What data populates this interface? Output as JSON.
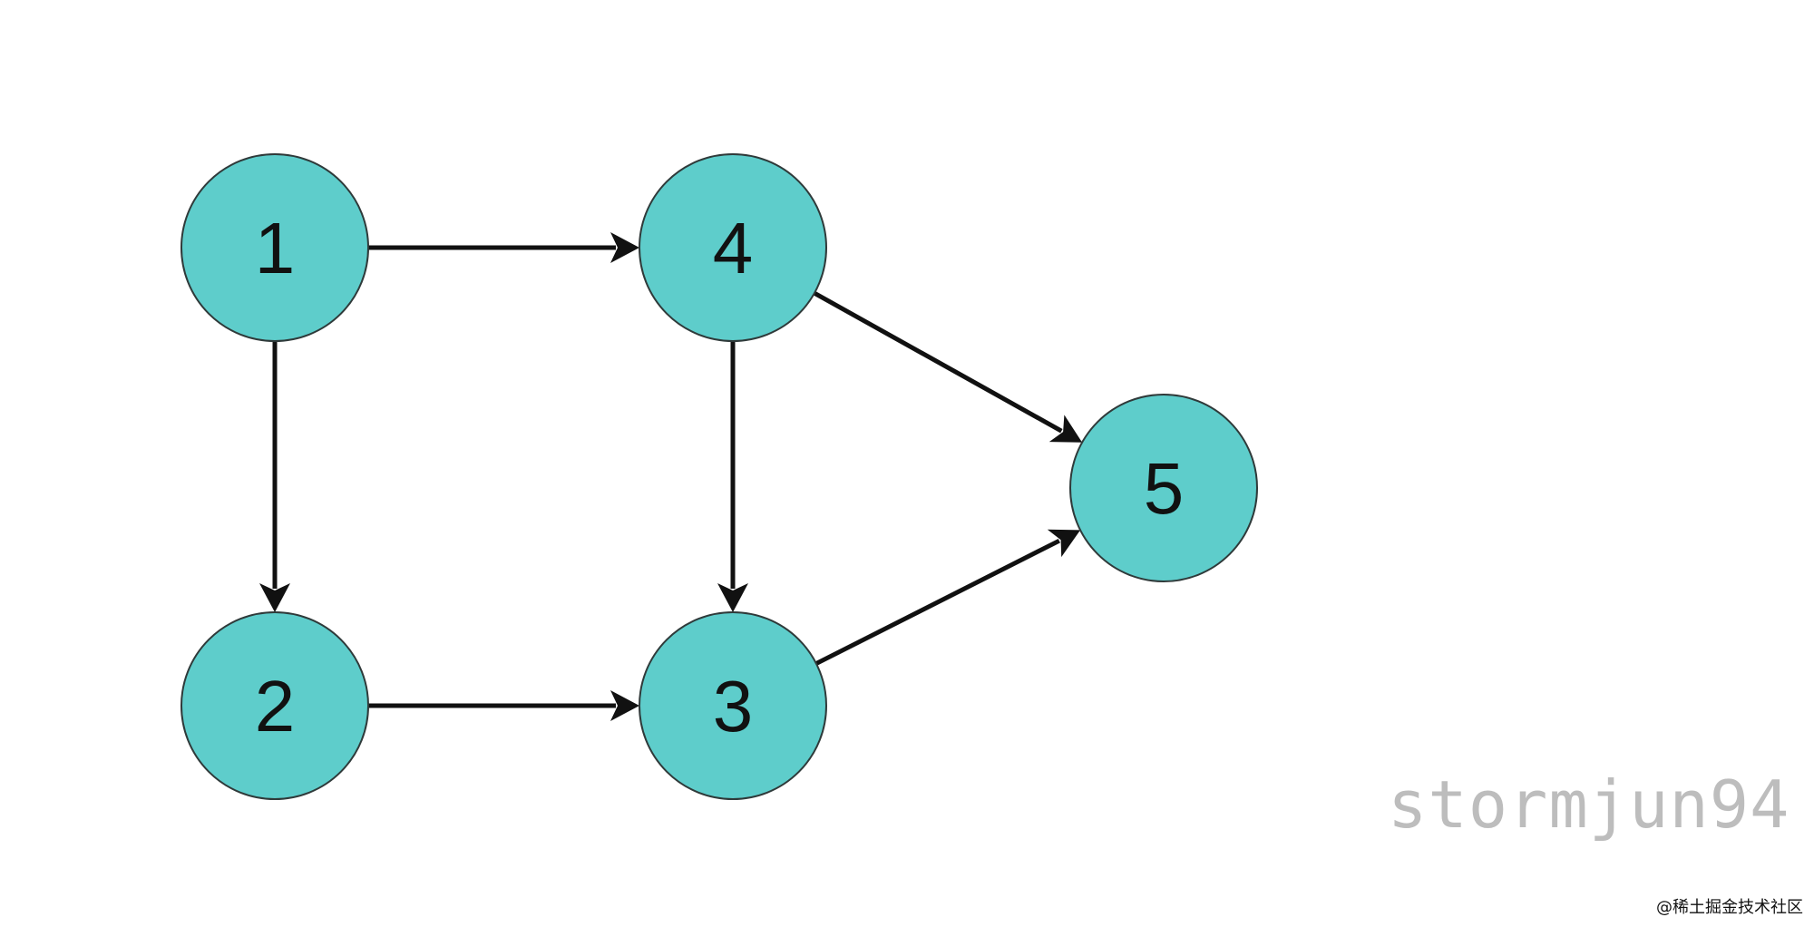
{
  "diagram": {
    "nodes": [
      {
        "id": "1",
        "label": "1"
      },
      {
        "id": "4",
        "label": "4"
      },
      {
        "id": "2",
        "label": "2"
      },
      {
        "id": "3",
        "label": "3"
      },
      {
        "id": "5",
        "label": "5"
      }
    ],
    "edges": [
      {
        "from": "1",
        "to": "4"
      },
      {
        "from": "1",
        "to": "2"
      },
      {
        "from": "4",
        "to": "3"
      },
      {
        "from": "4",
        "to": "5"
      },
      {
        "from": "2",
        "to": "3"
      },
      {
        "from": "3",
        "to": "5"
      }
    ],
    "node_fill": "#5ecdcb",
    "node_stroke": "#2f3a3a",
    "edge_color": "#111111"
  },
  "watermark": "stormjun94",
  "credit": "@稀土掘金技术社区"
}
